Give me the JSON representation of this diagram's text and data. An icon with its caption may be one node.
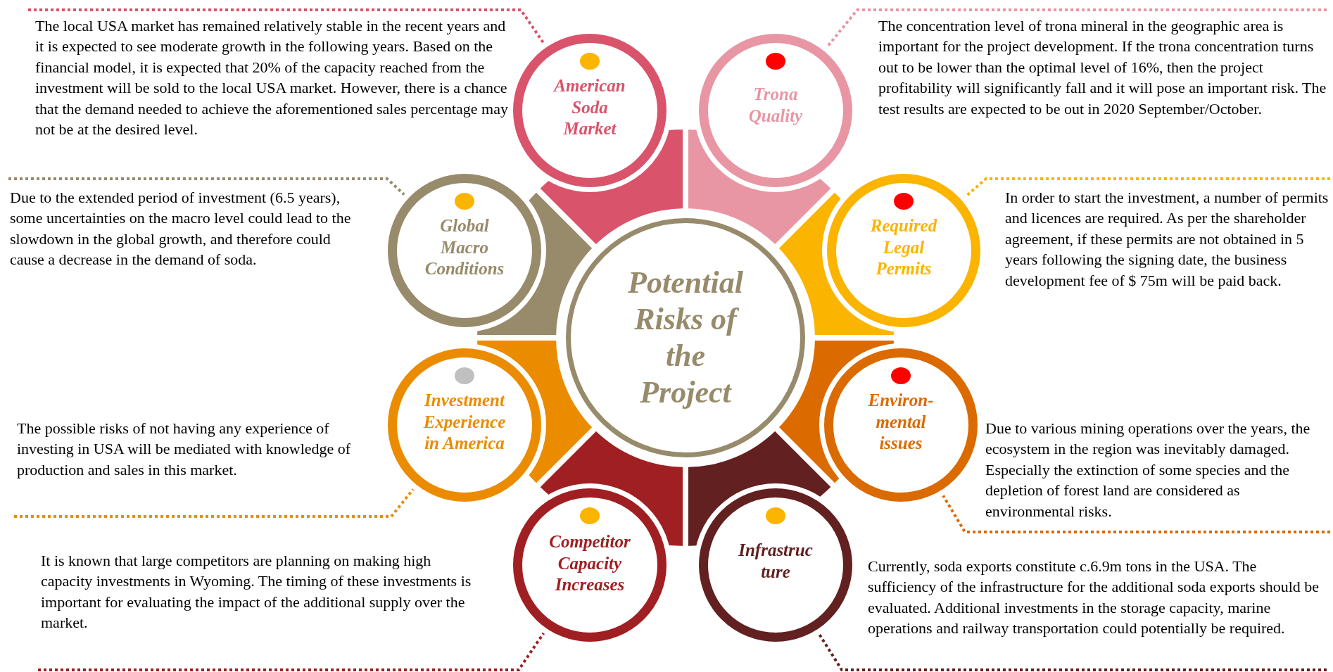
{
  "diagram": {
    "nodes": [
      {
        "text": [
          "Potential Risks of the Project"
        ]
      },
      {
        "text": [
          "American Soda Market"
        ]
      },
      {
        "text": [
          "Trona Quality"
        ]
      },
      {
        "text": [
          "Required Legal Permits"
        ]
      },
      {
        "text": [
          "Environ- mental issues"
        ]
      },
      {
        "text": [
          "Infrastruc ture"
        ]
      },
      {
        "text": [
          "Competitor Capacity Increases"
        ]
      },
      {
        "text": [
          "Investment Experience in America"
        ]
      },
      {
        "text": [
          "Global Macro Conditions"
        ]
      },
      {
        "text": [
          "The local USA market has remained relatively stable in the recent years and it is expected to see moderate growth in the following years. Based on the financial model, it is expected that 20% of the capacity reached from the investment will be sold to the local USA market. However, there is a chance that the demand needed to achieve the aforementioned sales percentage may not be at the desired level."
        ]
      },
      {
        "text": [
          "The concentration level of trona mineral in the geographic area is important for the project development.  If the trona concentration turns out to be lower than the optimal level of 16%, then the project profitability will significantly fall and it will pose an important risk. The test results are expected to be out in 2020 September/October."
        ]
      },
      {
        "text": [
          "In order to start the investment, a number of permits and licences are required. As per the shareholder agreement, if these permits are not obtained in 5 years following the signing date, the business development fee of $ 75m will be paid back."
        ]
      },
      {
        "text": [
          "Due to various mining operations over the years, the ecosystem in the region was inevitably damaged. Especially the extinction of some species and the depletion of forest land are considered as environmental risks."
        ]
      },
      {
        "text": [
          "Currently, soda exports constitute c.6.9m tons in the USA. The sufficiency of the infrastructure for the additional soda exports should be evaluated. Additional investments in the storage capacity, marine operations and railway transportation could potentially be required."
        ]
      },
      {
        "text": [
          "It is known that large competitors are planning on making high capacity investments in Wyoming. The timing of these investments is important for evaluating the impact of the additional supply over the market."
        ]
      },
      {
        "text": [
          "The possible risks of not having any experience of investing in USA will be mediated with knowledge of production and sales in this market."
        ]
      },
      {
        "text": [
          "Due to the extended period of investment (6.5 years), some uncertainties on the macro level could lead to the slowdown in the global growth, and therefore could cause a decrease in the demand of soda."
        ]
      }
    ],
    "edges": [
      {
        "from": 9,
        "to": 1,
        "arrow": "none",
        "style": "dashed",
        "color": "#d9536b"
      },
      {
        "from": 10,
        "to": 2,
        "arrow": "none",
        "style": "dashed",
        "color": "#e896a4"
      },
      {
        "from": 11,
        "to": 3,
        "arrow": "none",
        "style": "dashed",
        "color": "#fbb400"
      },
      {
        "from": 12,
        "to": 4,
        "arrow": "none",
        "style": "dashed",
        "color": "#db6a00"
      },
      {
        "from": 13,
        "to": 5,
        "arrow": "none",
        "style": "dashed",
        "color": "#622020"
      },
      {
        "from": 14,
        "to": 6,
        "arrow": "none",
        "style": "dashed",
        "color": "#a01f22"
      },
      {
        "from": 15,
        "to": 7,
        "arrow": "none",
        "style": "dashed",
        "color": "#eb8c00"
      },
      {
        "from": 16,
        "to": 8,
        "arrow": "none",
        "style": "dashed",
        "color": "#978b6b"
      }
    ]
  }
}
